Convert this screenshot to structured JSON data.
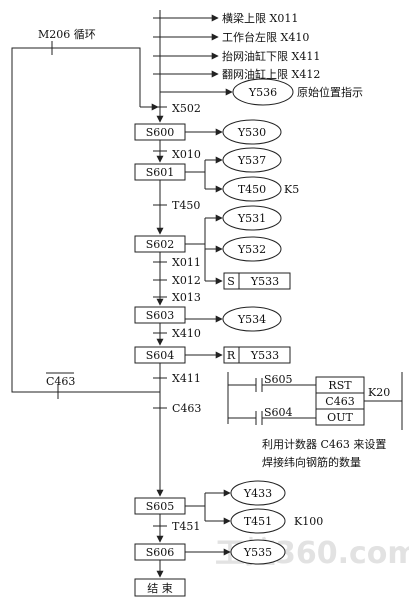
{
  "inputs": [
    {
      "label": "横梁上限 X011"
    },
    {
      "label": "工作台左限 X410"
    },
    {
      "label": "抬网油缸下限 X411"
    },
    {
      "label": "翻网油缸上限 X412"
    }
  ],
  "origin_output": {
    "coil": "Y536",
    "label": "原始位置指示"
  },
  "loop": {
    "contact": "M206 循环",
    "return_contact": "C463"
  },
  "transitions": {
    "x502": "X502",
    "x010": "X010",
    "t450": "T450",
    "x011": "X011",
    "x012": "X012",
    "x013": "X013",
    "x410": "X410",
    "x411": "X411",
    "c463": "C463",
    "t451": "T451"
  },
  "steps": {
    "s600": "S600",
    "s601": "S601",
    "s602": "S602",
    "s603": "S603",
    "s604": "S604",
    "s605": "S605",
    "s606": "S606",
    "end": "结 束"
  },
  "outputs": {
    "y530": "Y530",
    "y537": "Y537",
    "t450": "T450",
    "k5": "K5",
    "y531": "Y531",
    "y532": "Y532",
    "y533_set_flag": "S",
    "y533_set": "Y533",
    "y534": "Y534",
    "y533_reset_flag": "R",
    "y533_reset": "Y533",
    "y433": "Y433",
    "t451": "T451",
    "k100": "K100",
    "y535": "Y535"
  },
  "counter": {
    "s605": "S605",
    "s604": "S604",
    "rst": "RST",
    "c463": "C463",
    "out": "OUT",
    "k20": "K20",
    "note_line1": "利用计数器 C463 来设置",
    "note_line2": "焊接纬向钢筋的数量"
  },
  "watermark": "工控360.com"
}
